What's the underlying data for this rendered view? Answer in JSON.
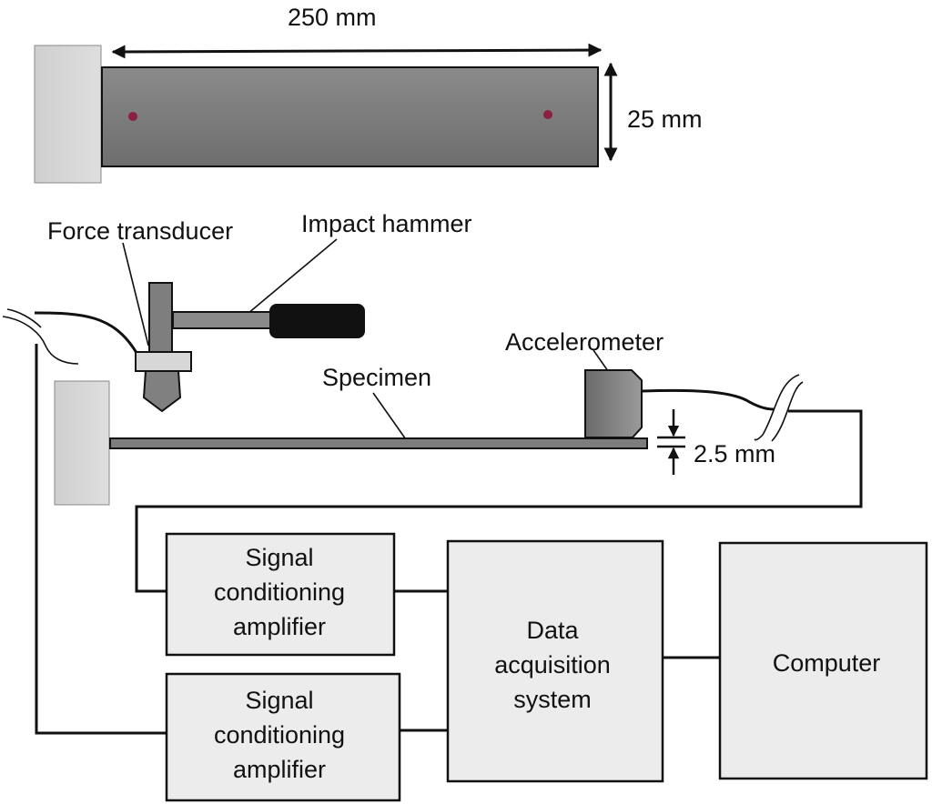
{
  "figure": {
    "top_view": {
      "length_label": "250 mm",
      "width_label": "25 mm"
    },
    "labels": {
      "force_transducer": "Force transducer",
      "impact_hammer": "Impact hammer",
      "accelerometer": "Accelerometer",
      "specimen": "Specimen",
      "thickness": "2.5 mm"
    },
    "blocks": {
      "amplifier_1": [
        "Signal",
        "conditioning",
        "amplifier"
      ],
      "amplifier_2": [
        "Signal",
        "conditioning",
        "amplifier"
      ],
      "daq": [
        "Data",
        "acquisition",
        "system"
      ],
      "computer": "Computer"
    },
    "colors": {
      "specimen_fill": "#7a7a7a",
      "clamp_fill": "#d3d3d3",
      "marker_dot": "#8b2040",
      "block_fill": "#ececec",
      "hammer_grip": "#111111"
    }
  }
}
